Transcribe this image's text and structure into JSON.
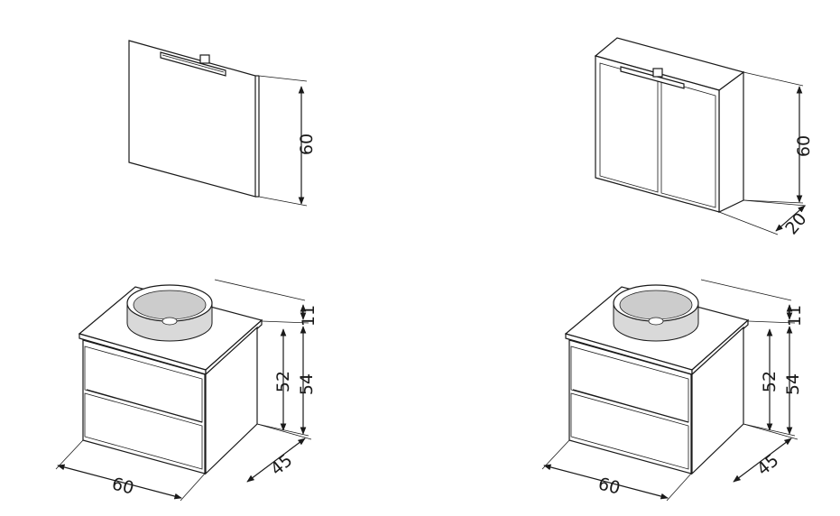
{
  "products": {
    "mirror": {
      "height": "60"
    },
    "mirror_cabinet": {
      "height": "60",
      "depth": "20"
    },
    "vanity_left": {
      "basin_height": "11",
      "cabinet_height": "52",
      "total_height": "54",
      "width": "60",
      "depth": "45"
    },
    "vanity_right": {
      "basin_height": "11",
      "cabinet_height": "52",
      "total_height": "54",
      "width": "60",
      "depth": "45"
    }
  }
}
